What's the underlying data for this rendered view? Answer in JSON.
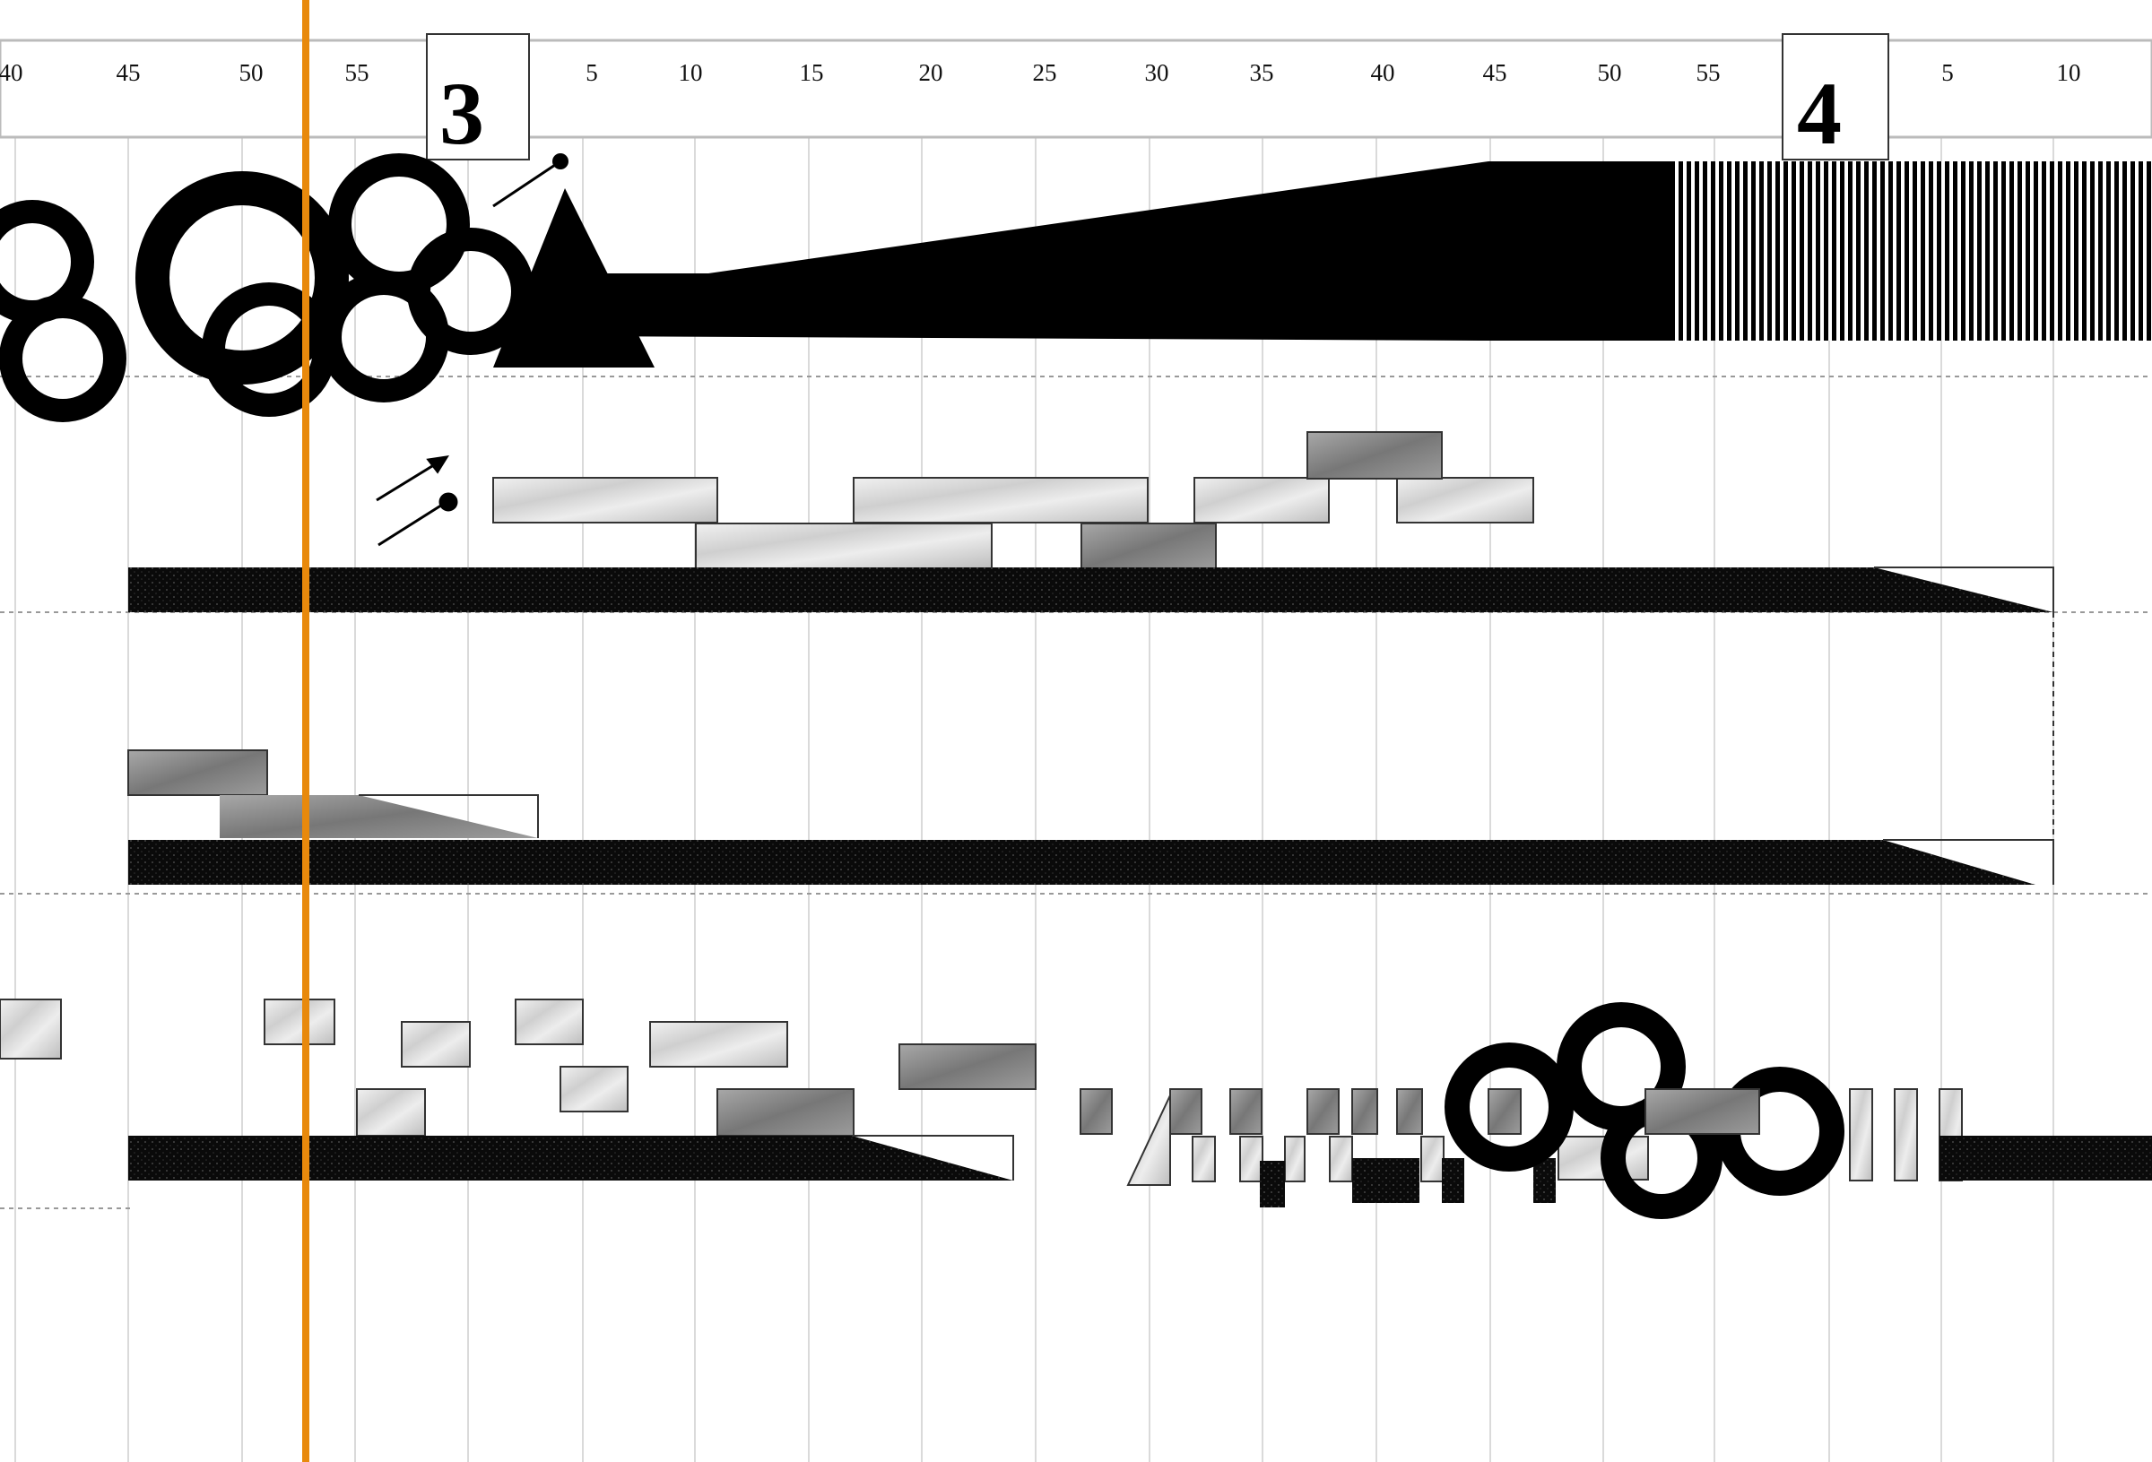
{
  "score": {
    "timeline": {
      "segments": [
        {
          "marker": "",
          "ticks": [
            "40",
            "45",
            "50",
            "55"
          ]
        },
        {
          "marker": "3",
          "ticks": [
            "5",
            "10",
            "15",
            "20",
            "25",
            "30",
            "35",
            "40",
            "45",
            "50",
            "55"
          ]
        },
        {
          "marker": "4",
          "ticks": [
            "5",
            "10"
          ]
        }
      ]
    },
    "playhead": {
      "color": "#e8890c"
    },
    "colors": {
      "ink": "#000000",
      "grid": "#dadada",
      "texture": "#c9c9c9",
      "texture_dark": "#8a8a8a"
    }
  }
}
